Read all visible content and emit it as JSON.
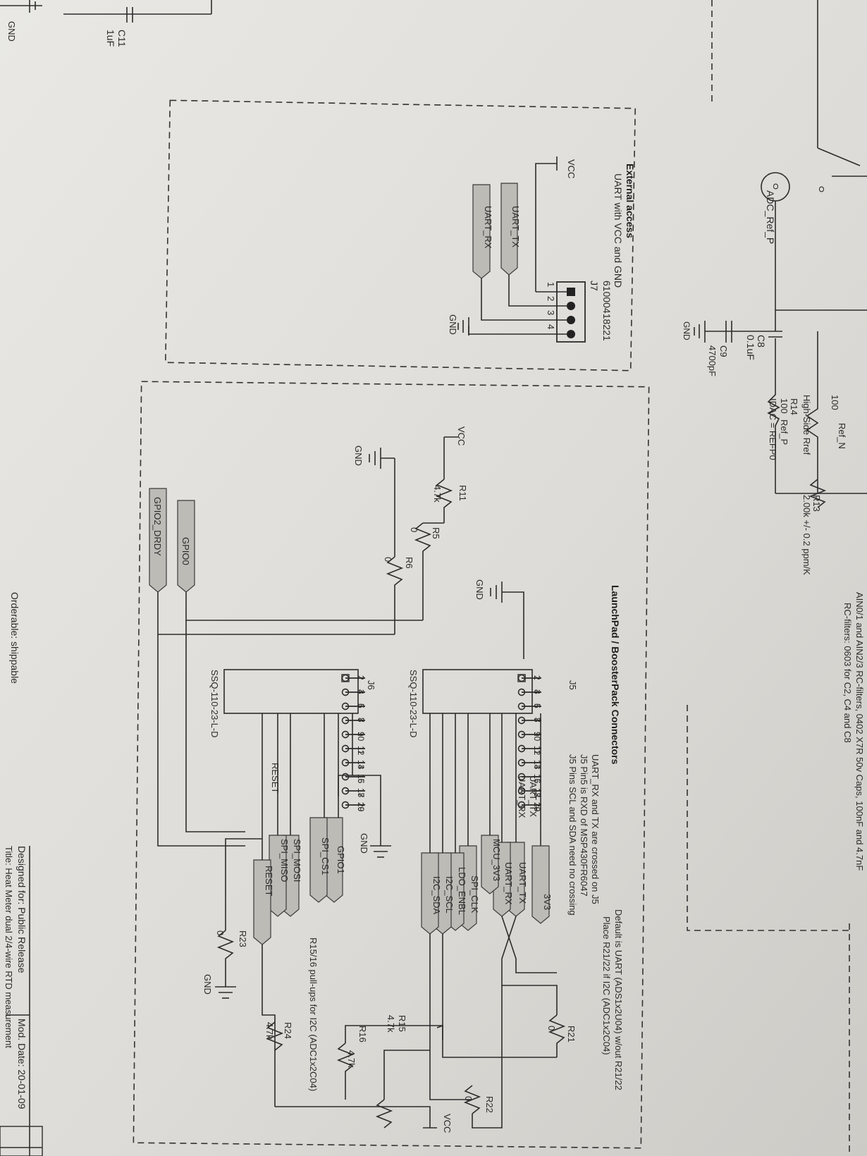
{
  "title_block": {
    "orderable": "Orderable: shippable",
    "designed_for": "Designed for: Public Release",
    "mod_date": "Mod. Date: 20-01-09",
    "title_partial": "Title: Heat Meter dual 2/4-wire RTD measurement"
  },
  "rc_note": {
    "line1": "AIN0/1 and AIN2/3 RC-filters, 0402 X7R 50v Caps, 100nF and 4.7nF",
    "line2": "RC-filters: 0603 for C2, C4 and C8"
  },
  "top_parts": {
    "c11_ref": "C11",
    "c11_val": "1uF",
    "gnd_corner": "GND",
    "adc_ref": "ADC_Ref_P",
    "c8_ref": "C8",
    "c8_val": "0.1uF",
    "c9_ref": "C9",
    "c9_val": "4700pF",
    "c9_gnd": "GND",
    "r_top_val": "100",
    "high_side": "High-Side Rref",
    "r14_ref": "R14",
    "r14_val": "100",
    "ref_p": "Ref_P",
    "idac": "IDAC = REFP0",
    "ref_n": "Ref_N",
    "r13_ref": "R13",
    "r13_val": "2.00k +/- 0.2 ppm/K"
  },
  "external": {
    "title": "External access",
    "subtitle": "UART with VCC and GND",
    "part_no": "61000418221",
    "ref": "J7",
    "pins": [
      "1",
      "2",
      "3",
      "4"
    ],
    "vcc": "VCC",
    "uart_tx": "UART_TX",
    "uart_rx": "UART_RX",
    "gnd": "GND"
  },
  "launchpad": {
    "title": "LaunchPad / BoosterPack Connectors",
    "default_note": "Default is UART (ADS1x2U04) w/out R21/22",
    "place_note": "Place R21/22 if I2C (ADC1x2C04)",
    "cross_note1": "UART_RX and TX are crossed on J5",
    "cross_note2": "J5 Pin5 is RXD of MSP430FR6047",
    "cross_note3": "J5 Pins SCL and SDA need no crossing",
    "vcc_top": "VCC",
    "r11_ref": "R11",
    "r11_val": "4.7k",
    "r5_ref": "R5",
    "r5_val": "0",
    "r6_ref": "R6",
    "r6_val": "0",
    "gnd_left": "GND",
    "gnd_j5": "GND",
    "gnd_j6": "GND",
    "gnd_r23": "GND",
    "gpio0": "GPIO0",
    "gpio2": "GPIO2_DRDY",
    "j5_ref": "J5",
    "j5_part": "SSQ-110-23-L-D",
    "j5_even": [
      "2",
      "4",
      "6",
      "8",
      "10",
      "12",
      "14",
      "16",
      "18",
      "20"
    ],
    "j5_odd": [
      "1",
      "3",
      "5",
      "7",
      "9",
      "11",
      "13",
      "15",
      "17",
      "19"
    ],
    "j5_sig_uart_tx": "UART_TX",
    "j5_sig_uart_rx": "UART_RX",
    "flag_3v3": "3V3",
    "flag_uart_tx": "UART_TX",
    "flag_uart_rx": "UART_RX",
    "flag_mcu3v3": "MCU_3V3",
    "flag_spi_clk": "SPI_CLK",
    "flag_ldo": "LDO_ENBL",
    "flag_i2c_scl": "I2C_SCL",
    "flag_i2c_sda": "I2C_SDA",
    "j6_ref": "J6",
    "j6_part": "SSQ-110-23-L-D",
    "j6_odd": [
      "1",
      "3",
      "5",
      "7",
      "9",
      "11",
      "13",
      "15",
      "17",
      "19"
    ],
    "j6_even": [
      "2",
      "4",
      "6",
      "8",
      "10",
      "12",
      "14",
      "16",
      "18",
      "20"
    ],
    "j6_reset_pin": "RESET",
    "flag_gpio1": "GPIO1",
    "flag_spi_cs1": "SPI_CS1",
    "flag_spi_mosi": "SPI_MOSI",
    "flag_spi_miso": "SPI_MISO",
    "flag_reset": "RESET",
    "r21_ref": "R21",
    "r21_val": "0",
    "r22_ref": "R22",
    "r22_val": "0",
    "r23_ref": "R23",
    "r23_val": "0",
    "r15_ref": "R15",
    "r15_val": "4.7k",
    "r16_ref": "R16",
    "r16_val": "4.7k",
    "r24_ref": "R24",
    "r24_val": "4.7k",
    "vcc_right": "VCC",
    "pullup_note": "R15/16 pull-ups for I2C (ADC1x2C04)"
  }
}
